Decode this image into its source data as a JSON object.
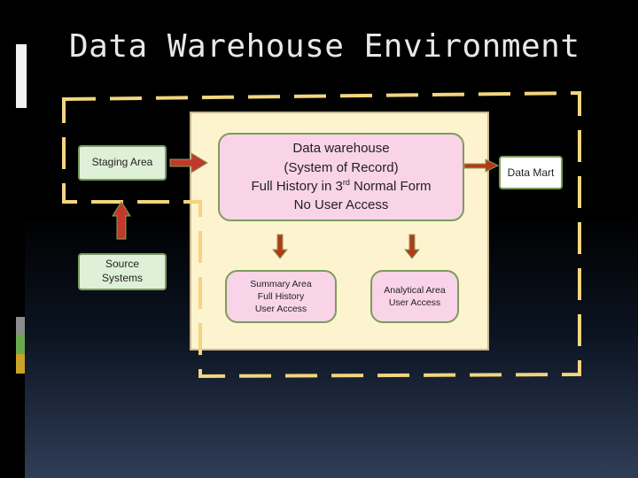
{
  "slide": {
    "title": "Data Warehouse Environment"
  },
  "nodes": {
    "staging_area": "Staging Area",
    "source_systems": "Source Systems",
    "data_warehouse": {
      "line1": "Data warehouse",
      "line2": "(System of Record)",
      "line3_pre": "Full History in 3",
      "line3_sup": "rd",
      "line3_post": " Normal Form",
      "line4": "No User Access"
    },
    "summary_area": "Summary Area Full History User Access",
    "analytical_area": "Analytical Area User Access",
    "data_mart": "Data Mart"
  },
  "colors": {
    "boundary_dash": "#f2d57e",
    "arrow_fill": "#c0392b",
    "arrow_small_fill": "#b23a1a",
    "accent_gray": "#8c8c8c",
    "accent_green": "#6aa84f",
    "accent_gold": "#c9a227"
  }
}
